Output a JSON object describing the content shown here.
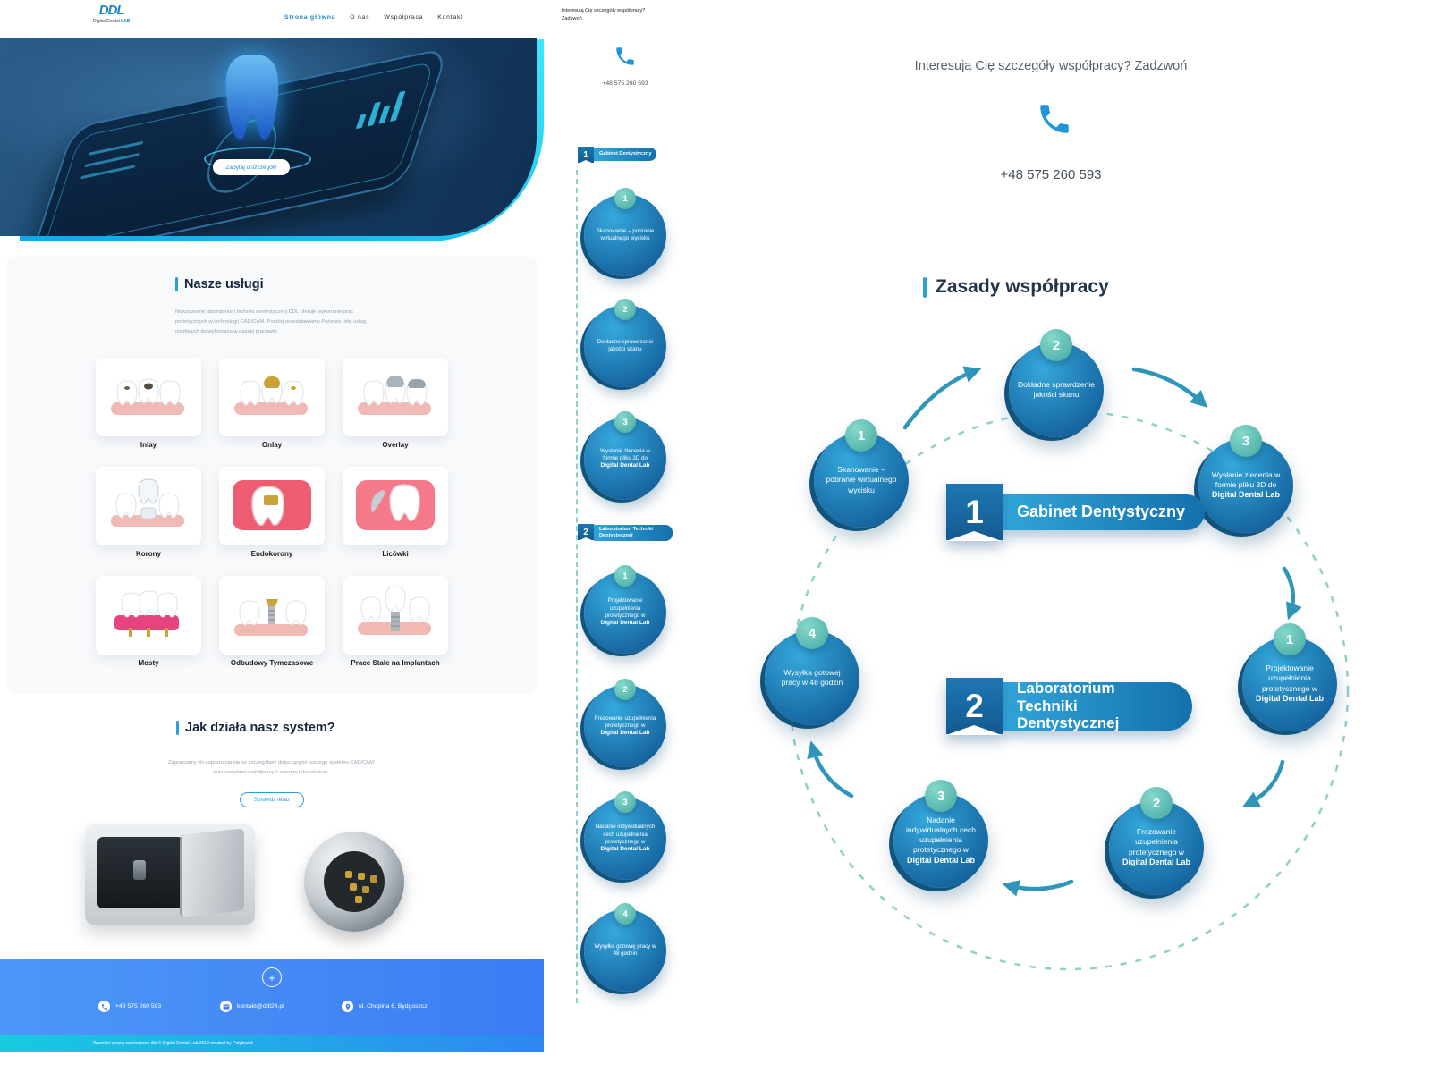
{
  "site": {
    "logo": {
      "abbr": "DDL",
      "name": "Digital Dental",
      "suffix": "LAB"
    },
    "nav": [
      {
        "label": "Strona główna"
      },
      {
        "label": "O nas"
      },
      {
        "label": "Współpraca"
      },
      {
        "label": "Kontakt"
      }
    ],
    "hero": {
      "cta": "Zapytaj o szczegóły"
    },
    "services": {
      "title": "Nasze usługi",
      "description": "Nowoczesne laboratorium techniki dentystycznej DDL oferuje wykonanie prac protetycznych w technologii CAD/CAM. Poniżej przedstawiamy Państwu listę usług, możliwych do wykonania w naszej pracowni:",
      "items": [
        {
          "label": "Inlay"
        },
        {
          "label": "Onlay"
        },
        {
          "label": "Overlay"
        },
        {
          "label": "Korony"
        },
        {
          "label": "Endokorony"
        },
        {
          "label": "Licówki"
        },
        {
          "label": "Mosty"
        },
        {
          "label": "Odbudowy Tymczasowe"
        },
        {
          "label": "Prace Stałe na Implantach"
        }
      ]
    },
    "system": {
      "title": "Jak działa nasz system?",
      "description": "Zapraszamy do zapoznania się ze szczegółami dotyczącymi naszego systemu CAD/CAM oraz zasadami współpracy z naszym laboratorium.",
      "cta": "Sprawdź teraz"
    },
    "footer": {
      "phone": "+48 575 260 593",
      "email": "kontakt@ddl24.pl",
      "address": "ul. Chopina 6, Bydgoszcz",
      "copyright": "Wszelkie prawa zastrzeżone dla © Digital Dental Lab 2019 created by Polybrand"
    }
  },
  "workflow": {
    "contact_line1": "Interesują Cię szczegóły współpracy?",
    "contact_line2": "Zadzwoń",
    "contact_full": "Interesują Cię szczegóły współpracy? Zadzwoń",
    "phone": "+48 575 260 593",
    "principles_title": "Zasady współpracy",
    "sections": [
      {
        "number": "1",
        "title": "Gabinet Dentystyczny",
        "steps": [
          {
            "number": "1",
            "text": "Skanowanie – pobranie wirtualnego wycisku",
            "brand": ""
          },
          {
            "number": "2",
            "text": "Dokładne sprawdzenie jakości skanu",
            "brand": ""
          },
          {
            "number": "3",
            "text": "Wysłanie zlecenia w formie pliku 3D do",
            "brand": "Digital Dental Lab"
          }
        ]
      },
      {
        "number": "2",
        "title": "Laboratorium Techniki Dentystycznej",
        "steps": [
          {
            "number": "1",
            "text": "Projektowanie uzupełnienia protetycznego w",
            "brand": "Digital Dental Lab"
          },
          {
            "number": "2",
            "text": "Frezowanie uzupełnienia protetycznego w",
            "brand": "Digital Dental Lab"
          },
          {
            "number": "3",
            "text": "Nadanie indywidualnych cech uzupełnienia protetycznego w",
            "brand": "Digital Dental Lab"
          },
          {
            "number": "4",
            "text": "Wysyłka gotowej pracy w 48 godzin",
            "brand": ""
          }
        ]
      }
    ]
  },
  "colors": {
    "accent_blue": "#2196d3",
    "dark_blue": "#16679f",
    "teal_badge": "#5ec1b8",
    "footer_blue": "#4187f5",
    "cyan_accent": "#19d3ea"
  }
}
